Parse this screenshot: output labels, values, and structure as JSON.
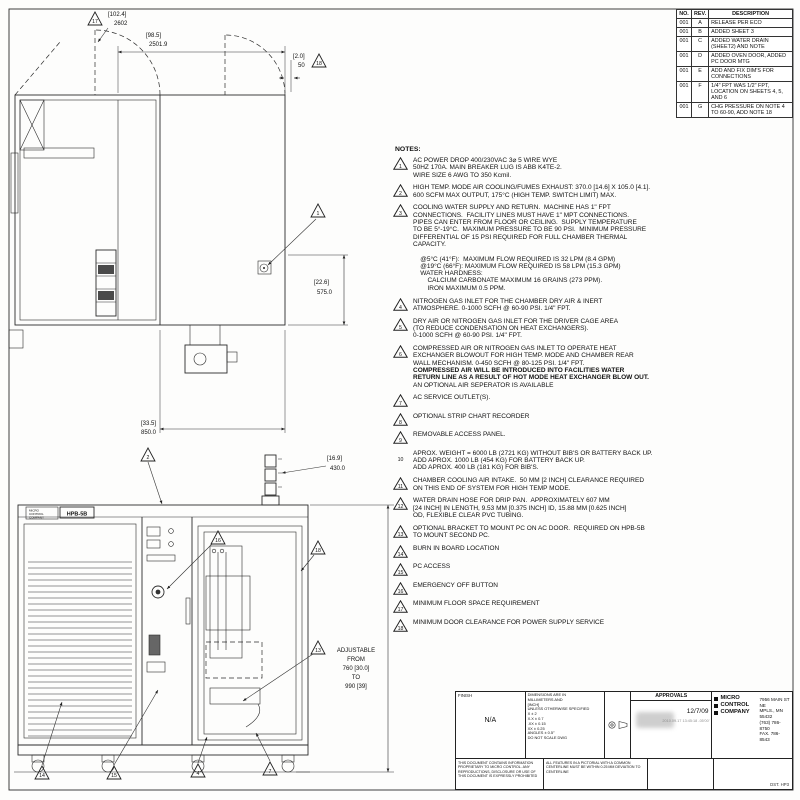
{
  "notes": {
    "label": "NOTES:",
    "items": [
      {
        "num": "1",
        "shape": "tri",
        "text": "AC POWER DROP 400/230VAC 3⌀ 5 WIRE WYE\n50HZ 170A. MAIN BREAKER LUG IS ABB K4TE-2.\nWIRE SIZE 6 AWG TO 350 Kcmil."
      },
      {
        "num": "2",
        "shape": "tri",
        "text": "HIGH TEMP. MODE AIR COOLING/FUMES EXHAUST: 370.0 [14.6] X 105.0 [4.1].\n600 SCFM MAX OUTPUT, 175°C (HIGH TEMP. SWITCH LIMIT) MAX."
      },
      {
        "num": "3",
        "shape": "tri",
        "text": "COOLING WATER SUPPLY AND RETURN.  MACHINE HAS 1\" FPT\nCONNECTIONS.  FACILITY LINES MUST HAVE 1\" MPT CONNECTIONS.\nPIPES CAN ENTER FROM FLOOR OR CEILING.  SUPPLY TEMPERATURE\nTO BE 5°-19°C.  MAXIMUM PRESSURE TO BE 90 PSI.  MINIMUM PRESSURE\nDIFFERENTIAL OF 15 PSI REQUIRED FOR FULL CHAMBER THERMAL\nCAPACITY.\n\n    @5°C (41°F):  MAXIMUM FLOW REQUIRED IS 32 LPM (8.4 GPM)\n    @19°C (66°F): MAXIMUM FLOW REQUIRED IS 58 LPM (15.3 GPM)\n    WATER HARDNESS:\n        CALCIUM CARBONATE MAXIMUM 16 GRAINS (273 PPM).\n        IRON MAXIMUM 0.5 PPM."
      },
      {
        "num": "4",
        "shape": "tri",
        "text": "NITROGEN GAS INLET FOR THE CHAMBER DRY AIR & INERT\nATMOSPHERE. 0-1000 SCFH @ 60-90 PSI. 1/4\" FPT."
      },
      {
        "num": "5",
        "shape": "tri",
        "text": "DRY AIR OR NITROGEN GAS INLET FOR THE DRIVER CAGE AREA\n(TO REDUCE CONDENSATION ON HEAT EXCHANGERS).\n0-1000 SCFH @ 60-90 PSI. 1/4\" FPT."
      },
      {
        "num": "6",
        "shape": "tri",
        "text": "COMPRESSED AIR OR NITROGEN GAS INLET TO OPERATE HEAT\nEXCHANGER BLOWOUT FOR HIGH TEMP. MODE AND CHAMBER REAR\nWALL MECHANISM. 0-450 SCFH @ 80-125 PSI. 1/4\" FPT.",
        "bold": "COMPRESSED AIR WILL BE INTRODUCED INTO FACILITIES WATER\nRETURN LINE AS A RESULT OF HOT MODE HEAT EXCHANGER BLOW OUT.",
        "text2": "AN OPTIONAL AIR SEPERATOR IS AVAILABLE"
      },
      {
        "num": "7",
        "shape": "tri",
        "text": "AC SERVICE OUTLET(S)."
      },
      {
        "num": "8",
        "shape": "tri",
        "text": "OPTIONAL STRIP CHART RECORDER"
      },
      {
        "num": "9",
        "shape": "tri",
        "text": "REMOVABLE ACCESS PANEL."
      },
      {
        "num": "10",
        "shape": "plain",
        "text": "APROX. WEIGHT = 6000 LB (2721 KG) WITHOUT BIB'S OR BATTERY BACK UP.\nADD APROX. 1000 LB (454 KG) FOR BATTERY BACK UP.\nADD APROX. 400 LB (181 KG) FOR BIB'S."
      },
      {
        "num": "11",
        "shape": "tri",
        "text": "CHAMBER COOLING AIR INTAKE.  50 MM [2 INCH] CLEARANCE REQUIRED\nON THIS END OF SYSTEM FOR HIGH TEMP MODE."
      },
      {
        "num": "12",
        "shape": "tri",
        "text": "WATER DRAIN HOSE FOR DRIP PAN.  APPROXIMATELY 607 MM\n[24 INCH] IN LENGTH, 9.53 MM [0.375 INCH] ID, 15.88 MM [0.625 INCH]\nOD, FLEXIBLE CLEAR PVC TUBING."
      },
      {
        "num": "13",
        "shape": "tri",
        "text": "OPTIONAL BRACKET TO MOUNT PC ON AC DOOR.  REQUIRED ON HPB-5B\nTO MOUNT SECOND PC."
      },
      {
        "num": "14",
        "shape": "tri",
        "text": "BURN IN BOARD LOCATION"
      },
      {
        "num": "15",
        "shape": "tri",
        "text": "PC ACCESS"
      },
      {
        "num": "16",
        "shape": "tri",
        "text": "EMERGENCY OFF BUTTON"
      },
      {
        "num": "17",
        "shape": "tri",
        "text": "MINIMUM FLOOR SPACE REQUIREMENT"
      },
      {
        "num": "18",
        "shape": "tri",
        "text": "MINIMUM DOOR CLEARANCE FOR POWER SUPPLY SERVICE"
      }
    ]
  },
  "revision_table": {
    "headers": [
      "NO.",
      "REV.",
      "DESCRIPTION"
    ],
    "rows": [
      {
        "no": "001",
        "rev": "A",
        "desc": "RELEASE PER ECO"
      },
      {
        "no": "001",
        "rev": "B",
        "desc": "ADDED SHEET 3"
      },
      {
        "no": "001",
        "rev": "C",
        "desc": "ADDED WATER DRAIN (SHEET2) AND NOTE"
      },
      {
        "no": "001",
        "rev": "D",
        "desc": "ADDED OVEN DOOR, ADDED PC DOOR MTG"
      },
      {
        "no": "001",
        "rev": "E",
        "desc": "ADD AND FIX DIM'S FOR CONNECTIONS"
      },
      {
        "no": "001",
        "rev": "F",
        "desc": "1/4\" FPT WAS 1/2\" FPT, LOCATION ON SHEETS 4, 5, AND 6"
      },
      {
        "no": "001",
        "rev": "G",
        "desc": "CHG PRESSURE ON NOTE 4 TO 60-90, ADD NOTE 18"
      }
    ]
  },
  "drawing": {
    "dims": {
      "overall_in": "[102.4]",
      "overall_mm": "2602",
      "inner_in": "[98.5]",
      "inner_mm": "2501.9",
      "offset_in": "[2.0]",
      "offset_mm": "50",
      "depth_in": "[22.6]",
      "depth_mm": "575.0",
      "width_in": "[33.5]",
      "width_mm": "850.0",
      "light_in": "[16.9]",
      "light_mm": "430.0"
    },
    "adjustable_lines": [
      "ADJUSTABLE",
      "FROM",
      "760 [30.0]",
      "TO",
      "990 [39]"
    ],
    "markers": {
      "m1": "1",
      "m2": "2",
      "m4": "4",
      "m7": "7",
      "m13": "13",
      "m14": "14",
      "m15": "15",
      "m16": "16",
      "m17": "17",
      "m18": "18"
    },
    "front": {
      "logo_lines": [
        "MICRO",
        "CONTROL",
        "COMPANY"
      ],
      "model": "HPB-5B"
    }
  },
  "title_block": {
    "finish_label": "FINISH",
    "finish_value": "N/A",
    "tolerance_lines": [
      "DIMENSIONS ARE IN",
      "MILLIMETERS AND",
      "[INCH]",
      "UNLESS OTHERWISE SPECIFIED",
      "X ± 2",
      "X.X ± 0.7",
      ".XX ± 0.15",
      "XX ± 0.25",
      "ANGLES ± 0.5°",
      "DO NOT SCALE DWG"
    ],
    "approvals_label": "APPROVALS",
    "date": "12/7/09",
    "signature_timestamp": "2010.09.17 13:45:18 -05'00'",
    "company_lines": [
      "MICRO",
      "CONTROL",
      "COMPANY"
    ],
    "address_lines": [
      "7956 MAIN ST NE",
      "MPLS., MN 55432",
      "(763) 786-8750",
      "FAX. 786-8543"
    ],
    "proprietary_text": "THIS DOCUMENT CONTAINS INFORMATION PROPRIETARY TO MICRO CONTROL. ANY REPRODUCTIONS, DISCLOSURE OR USE OF THIS DOCUMENT IS EXPRESSLY PROHIBITED",
    "centerline_text": "ALL FEATURES IN A PICTORIAL WITH A COMMON CENTERLINE MUST BE WITHIN 0.25 MM DEVIATION TO CENTERLINE",
    "doc_code": "DST. HP3"
  }
}
